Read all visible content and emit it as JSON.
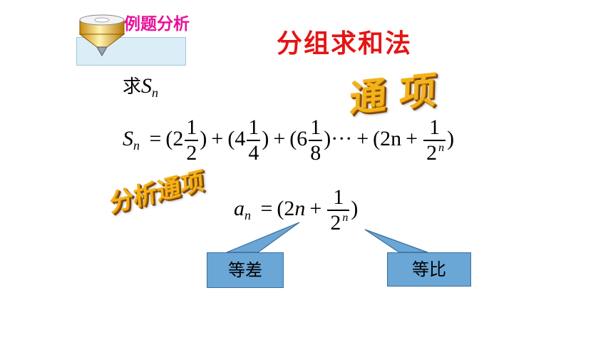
{
  "header": {
    "badge_title": "例题分析",
    "main_title": "分组求和法"
  },
  "wordart": {
    "general_term": "通 项",
    "analyze_general_term": "分析通项"
  },
  "problem": {
    "ask": "求",
    "S": "S",
    "n": "n"
  },
  "sum_formula": {
    "lhs": "S",
    "lhs_sub": "n",
    "eq": "=",
    "t1_open": "(2",
    "t1_num": "1",
    "t1_den": "2",
    "t1_close": ")",
    "plus": "+",
    "t2_open": "(4",
    "t2_num": "1",
    "t2_den": "4",
    "t2_close": ")",
    "t3_open": "(6",
    "t3_num": "1",
    "t3_den": "8",
    "t3_close": ")",
    "dots": "···",
    "tn_open": "(2n",
    "tn_num": "1",
    "tn_den_base": "2",
    "tn_den_exp": "n",
    "tn_close": ")"
  },
  "general_term": {
    "a": "a",
    "a_sub": "n",
    "eq": "=",
    "open": "(2",
    "n": "n",
    "plus": "+",
    "num": "1",
    "den_base": "2",
    "den_exp": "n",
    "close": ")"
  },
  "callouts": {
    "arithmetic": "等差",
    "geometric": "等比"
  },
  "colors": {
    "badge_title": "#e8119a",
    "main_title": "#e41515",
    "wordart": "#f2b21a",
    "callout_fill": "#6aa6d6"
  }
}
